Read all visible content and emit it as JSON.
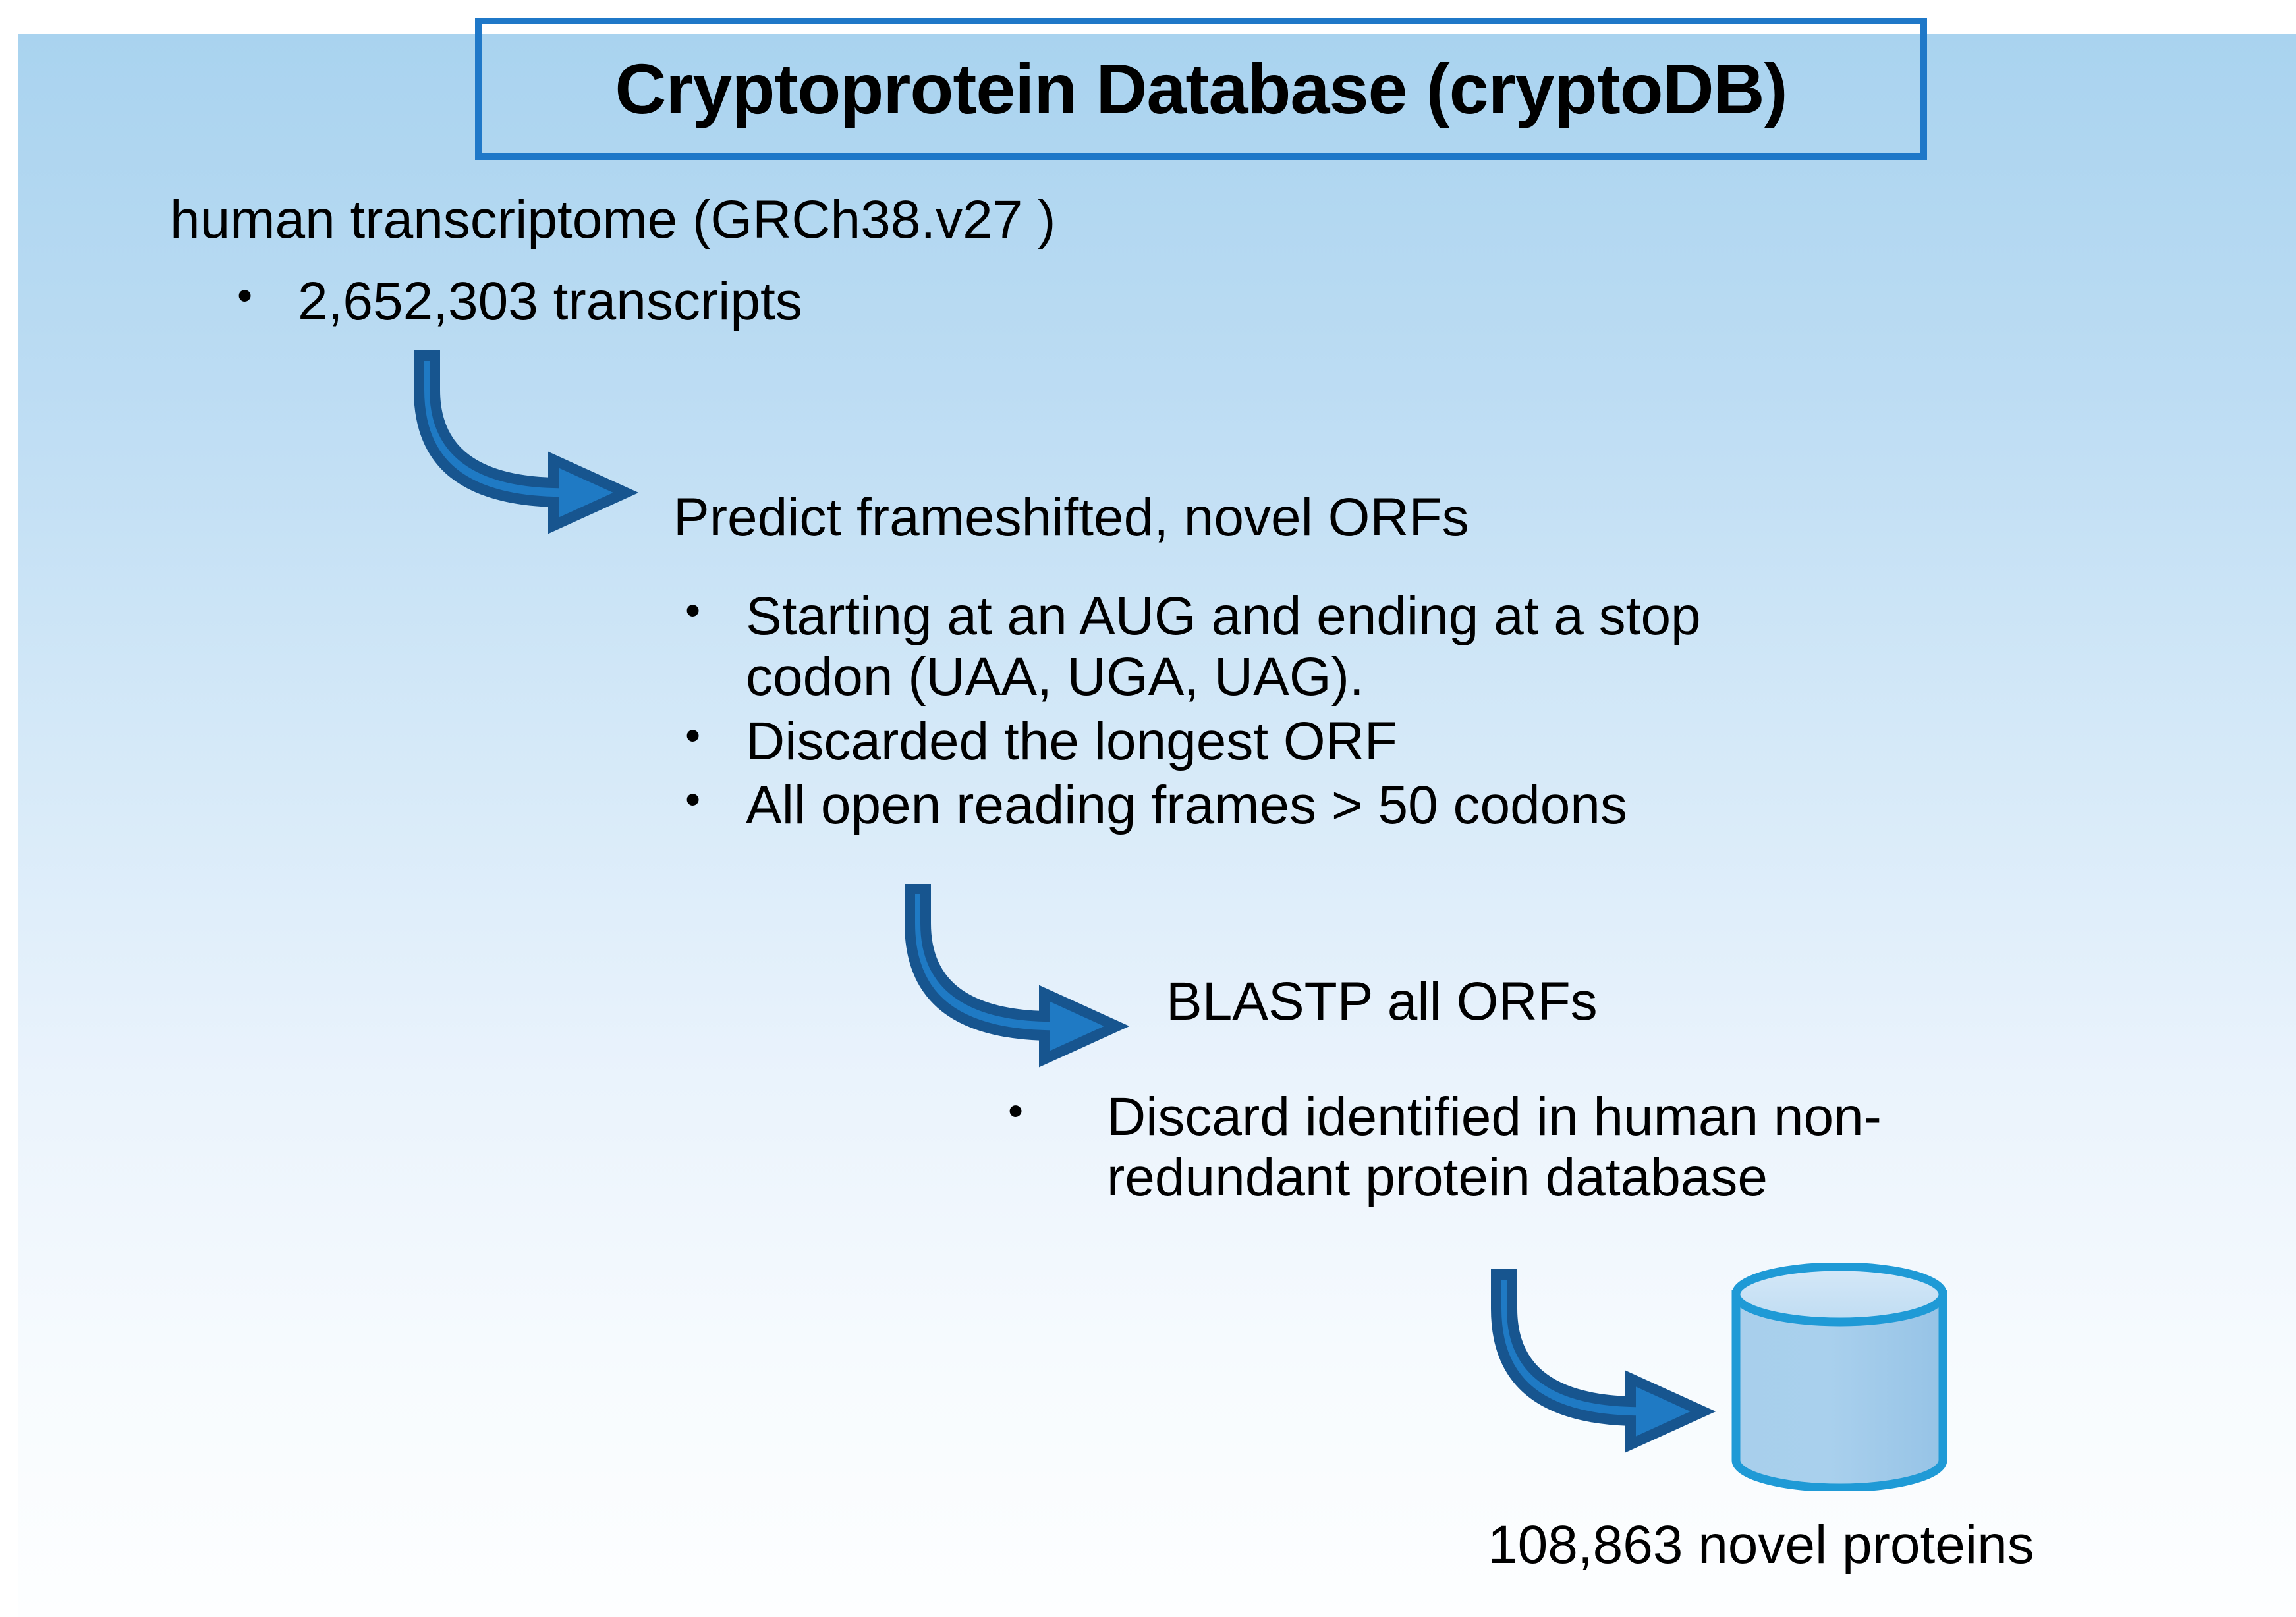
{
  "title": {
    "text": "Cryptoprotein Database (cryptoDB)"
  },
  "colors": {
    "title_border": "#1f78c8",
    "arrow_fill": "#1f7ac4",
    "arrow_outline": "#17558f",
    "cylinder_stroke": "#1f9ad6",
    "cylinder_body": "#a5cdeb",
    "cylinder_top": "#c7e0f4",
    "background_top": "#a9d3ef",
    "background_bottom": "#fdfeff"
  },
  "step1": {
    "heading": "human transcriptome (GRCh38.v27 )",
    "bullet_glyph": "•",
    "bullets": [
      "2,652,303 transcripts"
    ]
  },
  "step2": {
    "heading": "Predict frameshifted, novel ORFs",
    "bullet_glyph": "•",
    "bullets": [
      "Starting at an AUG and ending at a stop\ncodon (UAA, UGA, UAG).",
      "Discarded the longest ORF",
      "All open reading frames > 50 codons"
    ]
  },
  "step3": {
    "heading": "BLASTP all ORFs",
    "bullet_glyph": "•",
    "bullets": [
      "Discard identified in human non-\nredundant protein database"
    ]
  },
  "result": {
    "label": "108,863 novel proteins",
    "icon": "database-cylinder"
  },
  "arrows": [
    {
      "name": "arrow-transcriptome-to-predict"
    },
    {
      "name": "arrow-predict-to-blastp"
    },
    {
      "name": "arrow-blastp-to-database"
    }
  ]
}
